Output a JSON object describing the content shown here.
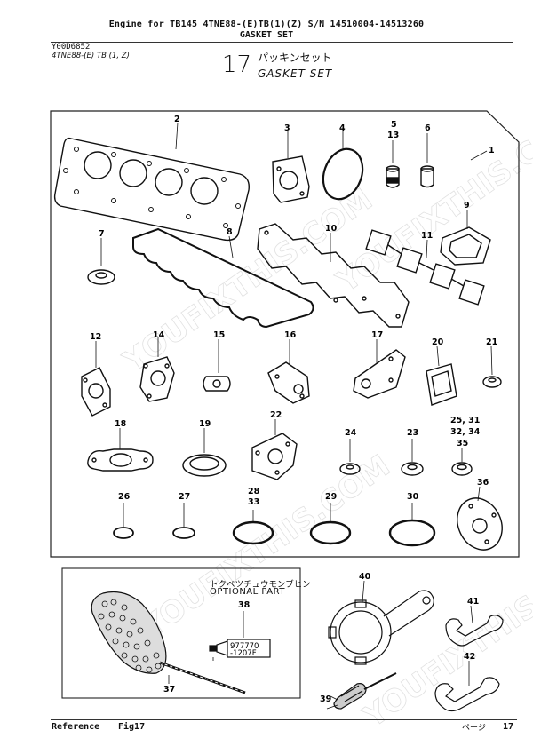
{
  "header": {
    "title_line1": "Engine for TB145  4TNE88-(E)TB(1)(Z)  S/N 14510004-14513260",
    "title_line2": "GASKET SET",
    "code": "Y00D6852",
    "model": "4TNE88-(E) TB (1, Z)",
    "figure_number": "17",
    "figure_title_jp": "パッキンセット",
    "figure_title_en": "GASKET SET"
  },
  "optional_box": {
    "label_jp": "トクベツチュウモンブヒン",
    "label_en": "OPTIONAL PART",
    "tube_label_1": "977770",
    "tube_label_2": "-1207F"
  },
  "callouts": {
    "c1": "1",
    "c2": "2",
    "c3": "3",
    "c4": "4",
    "c5": "5",
    "c13": "13",
    "c6": "6",
    "c7": "7",
    "c8": "8",
    "c9": "9",
    "c10": "10",
    "c11": "11",
    "c12": "12",
    "c14": "14",
    "c15": "15",
    "c16": "16",
    "c17": "17",
    "c20": "20",
    "c21": "21",
    "c18": "18",
    "c19": "19",
    "c22": "22",
    "c24": "24",
    "c23": "23",
    "c2531": "25, 31",
    "c3234": "32, 34",
    "c35": "35",
    "c26": "26",
    "c27": "27",
    "c28": "28",
    "c33": "33",
    "c29": "29",
    "c30": "30",
    "c36": "36",
    "c38": "38",
    "c37": "37",
    "c40": "40",
    "c41": "41",
    "c42": "42",
    "c39": "39"
  },
  "watermark": "YOUFIXTHIS.COM",
  "footer": {
    "reference": "Reference",
    "fig": "Fig17",
    "page_jp": "ページ",
    "page": "17"
  }
}
